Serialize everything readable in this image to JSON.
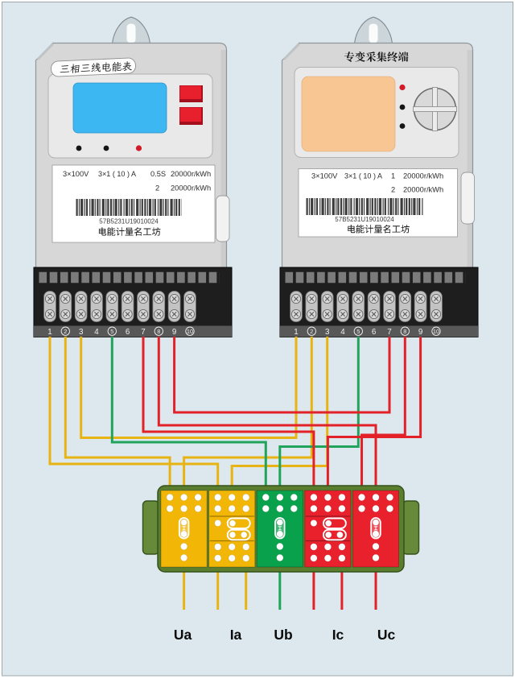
{
  "figure": {
    "type": "wiring-diagram",
    "subject": "三相三线电能表与专变采集终端经联合接线盒接线图"
  },
  "colors": {
    "canvas_bg": "#dde8ee",
    "canvas_border": "#9fa8ac",
    "meter_body": "#d7d7d7",
    "lcd_blue": "#3db7f2",
    "screen_orange": "#f8c693",
    "button_red": "#e8202e",
    "wire_yellow": "#e7b413",
    "wire_green": "#21a35c",
    "wire_red": "#e32128",
    "box_base_green": "#5a7d2e",
    "section_yellow": "#f2b606",
    "section_green": "#0aa14d",
    "section_red": "#e8212d"
  },
  "meter_left": {
    "title": "三相三线电能表",
    "ratings": {
      "voltage": "3×100V",
      "current": "3×1 ( 10 ) A",
      "row1_index": "0.5S",
      "row1_constant": "20000r/kWh",
      "row2_index": "2",
      "row2_constant": "20000r/kWh"
    },
    "serial": "57B5231U19010024",
    "brand": "电能计量名工坊",
    "terminals": [
      "1",
      "2",
      "3",
      "4",
      "5",
      "6",
      "7",
      "8",
      "9",
      "10"
    ],
    "circled_terminals": [
      2,
      5,
      8,
      10
    ],
    "indicator_dots": [
      "black",
      "black",
      "red"
    ]
  },
  "meter_right": {
    "title": "专变采集终端",
    "ratings": {
      "voltage": "3×100V",
      "current": "3×1 ( 10 ) A",
      "row1_index": "1",
      "row1_constant": "20000r/kWh",
      "row2_index": "2",
      "row2_constant": "20000r/kWh"
    },
    "serial": "57B5231U19010024",
    "brand": "电能计量名工坊",
    "terminals": [
      "1",
      "2",
      "3",
      "4",
      "5",
      "6",
      "7",
      "8",
      "9",
      "10"
    ],
    "circled_terminals": [
      2,
      5,
      8,
      10
    ],
    "indicator_dots": [
      "red",
      "black",
      "black"
    ]
  },
  "junction_box": {
    "sections": [
      {
        "id": "Ua",
        "type": "voltage",
        "color": "#f2b606"
      },
      {
        "id": "Ia",
        "type": "current",
        "color": "#f2b606"
      },
      {
        "id": "Ub",
        "type": "voltage",
        "color": "#0aa14d"
      },
      {
        "id": "Ic",
        "type": "current",
        "color": "#e8212d"
      },
      {
        "id": "Uc",
        "type": "voltage",
        "color": "#e8212d"
      }
    ]
  },
  "output_labels": [
    "Ua",
    "Ia",
    "Ub",
    "Ic",
    "Uc"
  ],
  "wires": [
    {
      "name": "wire-left-t1-ia",
      "color": "#e7b413",
      "points": [
        [
          62.0,
          418
        ],
        [
          62.0,
          576.0
        ],
        [
          270.7,
          576.0
        ],
        [
          270.7,
          607
        ]
      ]
    },
    {
      "name": "wire-left-t2-ua",
      "color": "#e7b413",
      "points": [
        [
          81.3,
          418
        ],
        [
          81.3,
          568.0
        ],
        [
          211.1,
          568.0
        ],
        [
          211.1,
          607
        ]
      ]
    },
    {
      "name": "wire-left-t3-right-t1",
      "color": "#e7b413",
      "points": [
        [
          100.7,
          418
        ],
        [
          100.7,
          543.5
        ],
        [
          368.0,
          543.5
        ],
        [
          368.0,
          418
        ]
      ]
    },
    {
      "name": "wire-right-t2-ua",
      "color": "#e7b413",
      "points": [
        [
          387.3,
          418
        ],
        [
          387.3,
          568.0
        ],
        [
          228.6,
          568.0
        ],
        [
          228.6,
          607
        ]
      ]
    },
    {
      "name": "wire-right-t3-ia",
      "color": "#e7b413",
      "points": [
        [
          406.7,
          418
        ],
        [
          406.7,
          578.5
        ],
        [
          288.2,
          578.5
        ],
        [
          288.2,
          607
        ]
      ]
    },
    {
      "name": "wire-left-t5-ub",
      "color": "#21a35c",
      "points": [
        [
          139.3,
          418
        ],
        [
          139.3,
          549.0
        ],
        [
          330.3,
          549.0
        ],
        [
          330.3,
          607
        ]
      ]
    },
    {
      "name": "wire-right-t5-ub",
      "color": "#21a35c",
      "points": [
        [
          445.3,
          418
        ],
        [
          445.3,
          554.5
        ],
        [
          347.8,
          554.5
        ],
        [
          347.8,
          607
        ]
      ]
    },
    {
      "name": "wire-left-t7-ic",
      "color": "#e32128",
      "points": [
        [
          178.0,
          418
        ],
        [
          178.0,
          536.0
        ],
        [
          389.9,
          536.0
        ],
        [
          389.9,
          607
        ]
      ]
    },
    {
      "name": "wire-left-t8-uc",
      "color": "#e32128",
      "points": [
        [
          197.3,
          418
        ],
        [
          197.3,
          528.0
        ],
        [
          467.0,
          528.0
        ],
        [
          467.0,
          607
        ]
      ]
    },
    {
      "name": "wire-left-t9-right-t7",
      "color": "#e32128",
      "points": [
        [
          216.6,
          418
        ],
        [
          216.6,
          512.0
        ],
        [
          484.0,
          512.0
        ],
        [
          484.0,
          418
        ]
      ]
    },
    {
      "name": "wire-right-t8-uc",
      "color": "#e32128",
      "points": [
        [
          503.3,
          418
        ],
        [
          503.3,
          540.0
        ],
        [
          449.5,
          540.0
        ],
        [
          449.5,
          607
        ]
      ]
    },
    {
      "name": "wire-right-t9-ic",
      "color": "#e32128",
      "points": [
        [
          522.6,
          418
        ],
        [
          522.6,
          542.5
        ],
        [
          407.4,
          542.5
        ],
        [
          407.4,
          607
        ]
      ]
    },
    {
      "name": "wire-out-ua",
      "color": "#e7b413",
      "points": [
        [
          228.6,
          706
        ],
        [
          228.6,
          757
        ]
      ]
    },
    {
      "name": "wire-out-ia1",
      "color": "#e7b413",
      "points": [
        [
          270.7,
          706
        ],
        [
          270.7,
          757
        ]
      ]
    },
    {
      "name": "wire-out-ia2",
      "color": "#e7b413",
      "points": [
        [
          305.7,
          706
        ],
        [
          305.7,
          757
        ]
      ]
    },
    {
      "name": "wire-out-ub",
      "color": "#21a35c",
      "points": [
        [
          347.8,
          706
        ],
        [
          347.8,
          757
        ]
      ]
    },
    {
      "name": "wire-out-ic1",
      "color": "#e32128",
      "points": [
        [
          389.9,
          706
        ],
        [
          389.9,
          757
        ]
      ]
    },
    {
      "name": "wire-out-ic2",
      "color": "#e32128",
      "points": [
        [
          424.9,
          706
        ],
        [
          424.9,
          757
        ]
      ]
    },
    {
      "name": "wire-out-uc",
      "color": "#e32128",
      "points": [
        [
          467.0,
          706
        ],
        [
          467.0,
          757
        ]
      ]
    }
  ]
}
